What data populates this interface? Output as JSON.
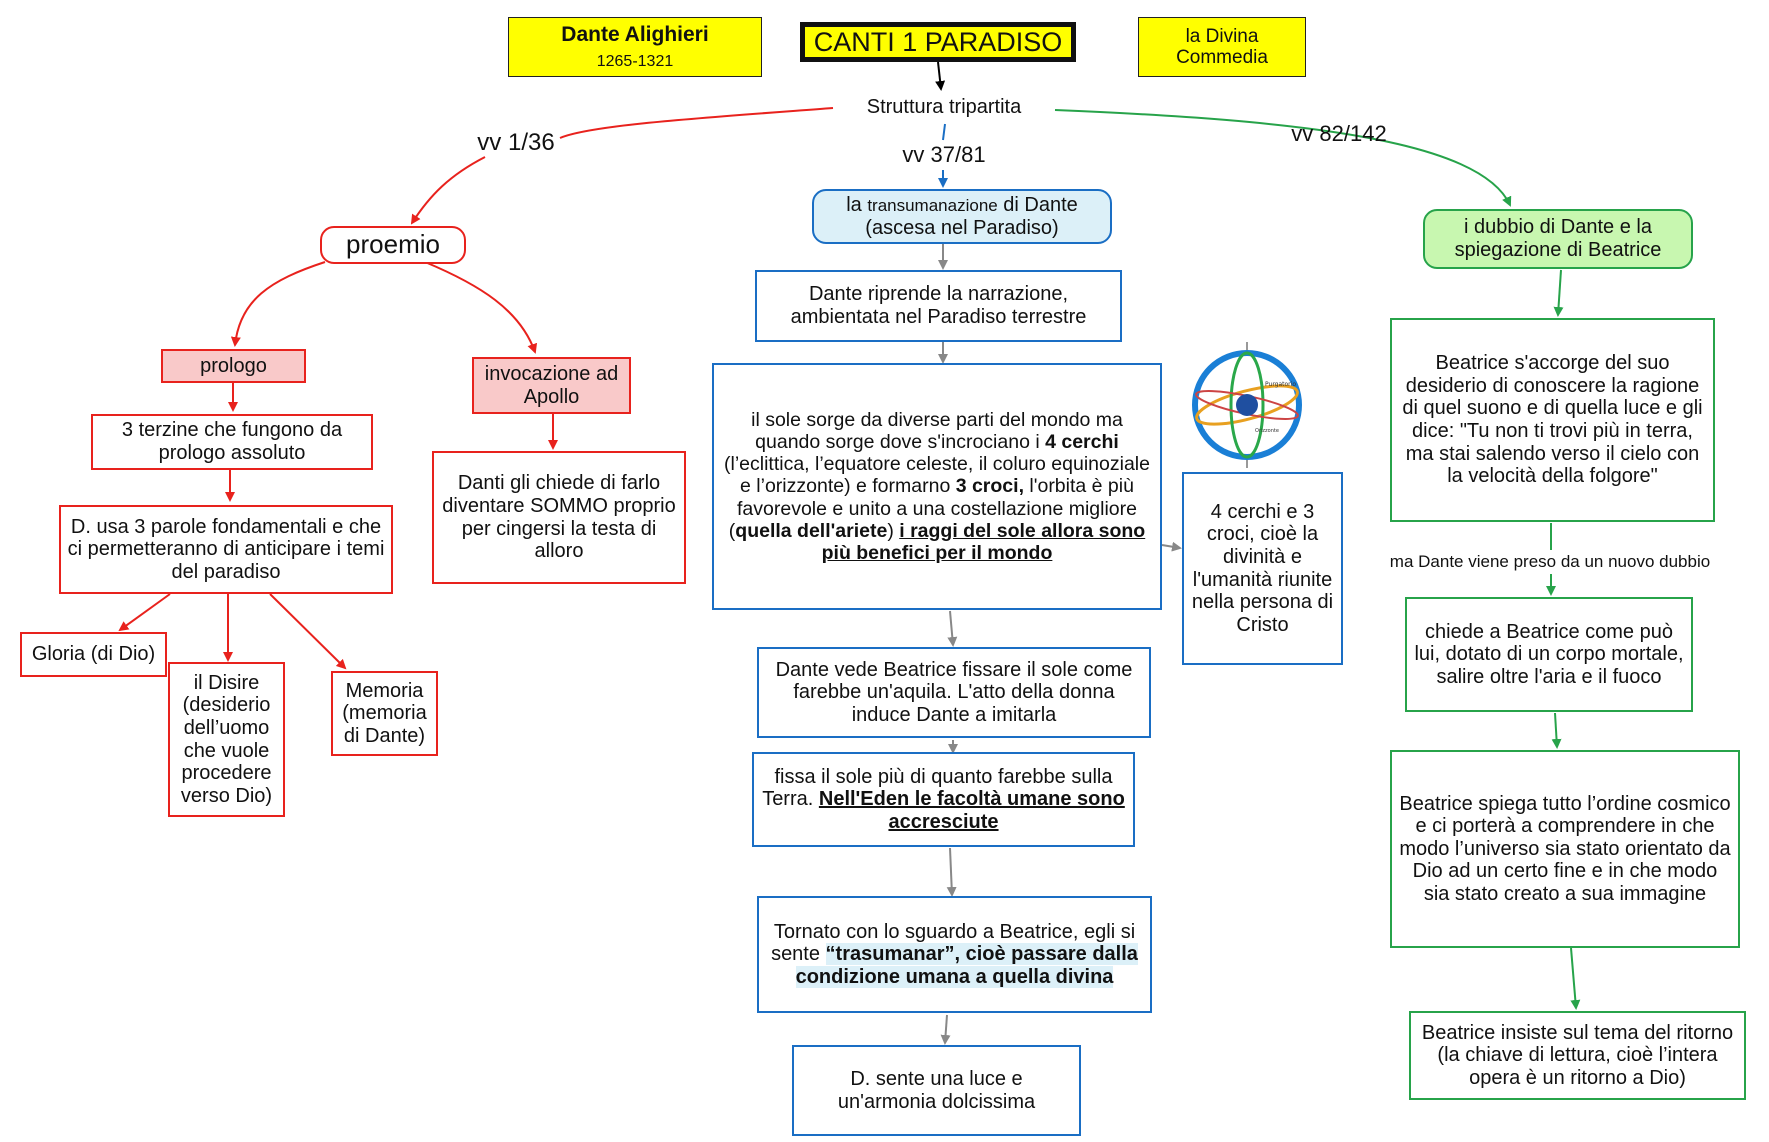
{
  "header": {
    "author_name": "Dante Alighieri",
    "author_years": "1265-1321",
    "title": "CANTI 1 PARADISO",
    "work": "la Divina Commedia"
  },
  "root_label": "Struttura tripartita",
  "sections": {
    "left": {
      "verse_label": "vv 1/36",
      "title": "proemio",
      "prologo": {
        "label": "prologo",
        "detail": "3 terzine che fungono da prologo assoluto",
        "words_intro": "D. usa 3 parole fondamentali e che ci permetteranno di anticipare i temi del paradiso",
        "words": [
          "Gloria (di Dio)",
          "il Disire (desiderio dell’uomo che vuole procedere verso Dio)",
          "Memoria (memoria di Dante)"
        ]
      },
      "invocazione": {
        "label": "invocazione ad Apollo",
        "detail": "Danti gli chiede di farlo diventare SOMMO proprio per cingersi la testa di alloro"
      }
    },
    "center": {
      "verse_label": "vv 37/81",
      "title_pre": "la ",
      "title_small": "transumanazione",
      "title_post": " di Dante (ascesa nel Paradiso)",
      "step1": "Dante riprende la narrazione, ambientata nel Paradiso terrestre",
      "step2_a": "il sole sorge da diverse parti del mondo ma quando sorge dove s'incrociano i ",
      "step2_b": "4 cerchi",
      "step2_c": " (l’eclittica, l’equatore celeste, il coluro equinoziale e l’orizzonte) e formarno ",
      "step2_d": "3 croci,",
      "step2_e": " l'orbita è più favorevole e unito a una costellazione migliore (",
      "step2_f": "quella dell'ariete",
      "step2_g": ") ",
      "step2_h": " i raggi del sole allora sono più benefici per il mondo",
      "side_note": "4 cerchi e 3 croci, cioè la divinità e l'umanità riunite nella persona di Cristo",
      "step3": "Dante vede Beatrice fissare il sole come farebbe un'aquila. L'atto della donna induce Dante a imitarla",
      "step4_a": "fissa il sole più di quanto farebbe sulla Terra. ",
      "step4_b": "Nell'Eden le facoltà umane sono accresciute",
      "step5_a": "Tornato con lo sguardo a Beatrice, egli si sente ",
      "step5_b": "“trasumanar”, cioè passare dalla condizione umana a quella divina",
      "step6": "D. sente una luce e un'armonia dolcissima"
    },
    "right": {
      "verse_label": "vv 82/142",
      "title": "i dubbio di Dante e la spiegazione di Beatrice",
      "step1": "Beatrice s'accorge del suo desiderio di conoscere la ragione di quel suono e di quella luce e gli dice: \"Tu non ti trovi più in terra, ma stai salendo verso il cielo con la velocità della folgore\"",
      "link_label": "ma Dante viene preso da un nuovo dubbio",
      "step2": "chiede a Beatrice come può lui, dotato di un corpo mortale, salire oltre l'aria e il fuoco",
      "step3": "Beatrice spiega tutto l’ordine cosmico e ci porterà a comprendere in che modo l’universo sia stato orientato da Dio ad un certo fine e in che modo sia stato creato a sua immagine",
      "step4": "Beatrice insiste sul tema del ritorno (la chiave di lettura, cioè l’intera opera è un ritorno a Dio)"
    }
  },
  "image_icon": "armillary-sphere-icon",
  "colors": {
    "left_branch": "#e8221d",
    "center_branch": "#1a6ec4",
    "right_branch": "#27a34a",
    "header_fill": "#ffff00"
  }
}
